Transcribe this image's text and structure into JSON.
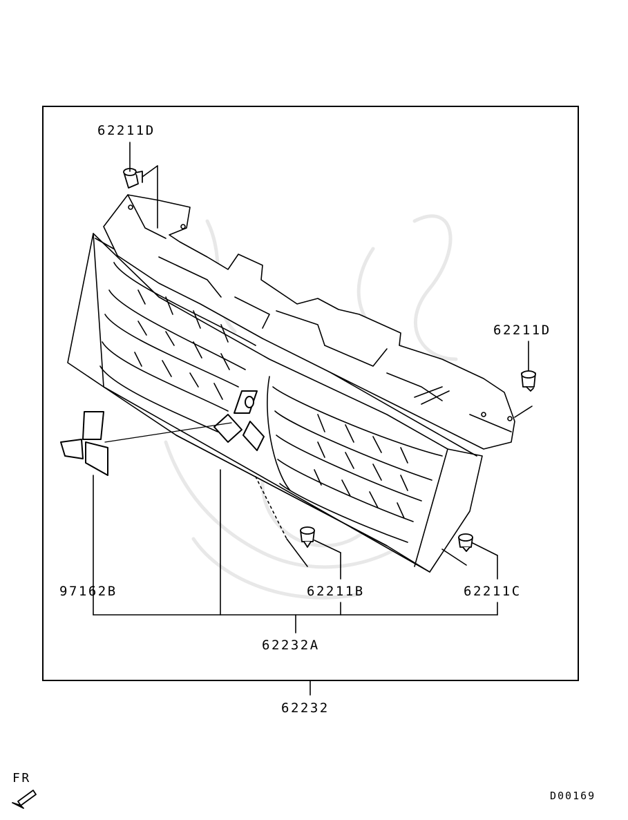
{
  "diagram": {
    "callouts": {
      "clip_top_left": "62211D",
      "clip_right": "62211D",
      "emblem": "97162B",
      "clip_bottom_center": "62211B",
      "clip_bottom_right": "62211C",
      "grille_sub_assembly": "62232A",
      "grille_assembly": "62232"
    },
    "direction_label": "FR",
    "diagram_code": "D00169"
  }
}
